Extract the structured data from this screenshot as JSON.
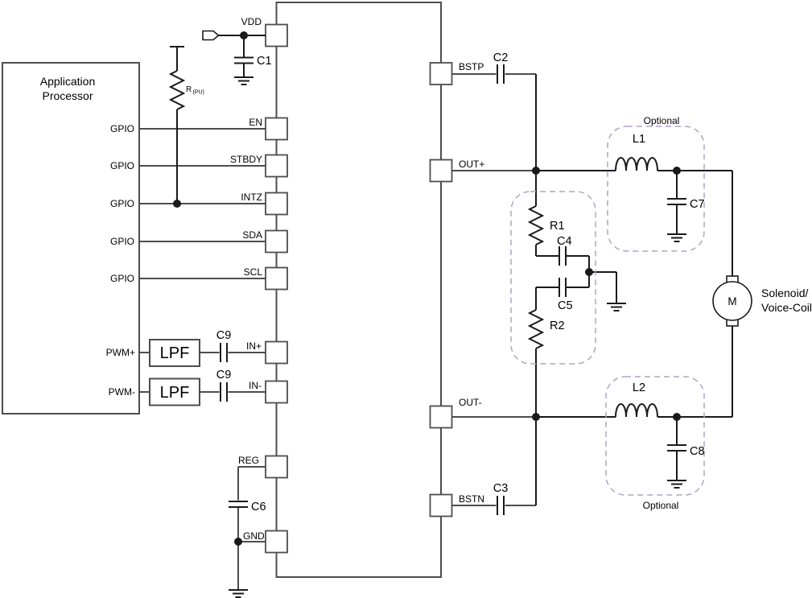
{
  "diagram": {
    "ap": {
      "line1": "Application",
      "line2": "Processor",
      "gpio": "GPIO",
      "pwm_plus": "PWM+",
      "pwm_minus": "PWM-"
    },
    "blocks": {
      "lpf": "LPF"
    },
    "pins": {
      "vdd": "VDD",
      "en": "EN",
      "stbdy": "STBDY",
      "intz": "INTZ",
      "sda": "SDA",
      "scl": "SCL",
      "in_plus": "IN+",
      "in_minus": "IN-",
      "reg": "REG",
      "gnd": "GND",
      "bstp": "BSTP",
      "out_plus": "OUT+",
      "out_minus": "OUT-",
      "bstn": "BSTN"
    },
    "components": {
      "r_pu": "R",
      "r_pu_sub": "(PU)",
      "c1": "C1",
      "c2": "C2",
      "c3": "C3",
      "c4": "C4",
      "c5": "C5",
      "c6": "C6",
      "c7": "C7",
      "c8": "C8",
      "c9": "C9",
      "r1": "R1",
      "r2": "R2",
      "l1": "L1",
      "l2": "L2"
    },
    "load": {
      "motor": "M",
      "line1": "Solenoid/",
      "line2": "Voice-Coil"
    },
    "annotations": {
      "optional": "Optional"
    },
    "colors": {
      "wire": "#4d4d4d",
      "component": "#1a1a1a",
      "optional_text": "#8064a2",
      "optional_border": "#b2a2c7",
      "background": "#ffffff"
    }
  }
}
